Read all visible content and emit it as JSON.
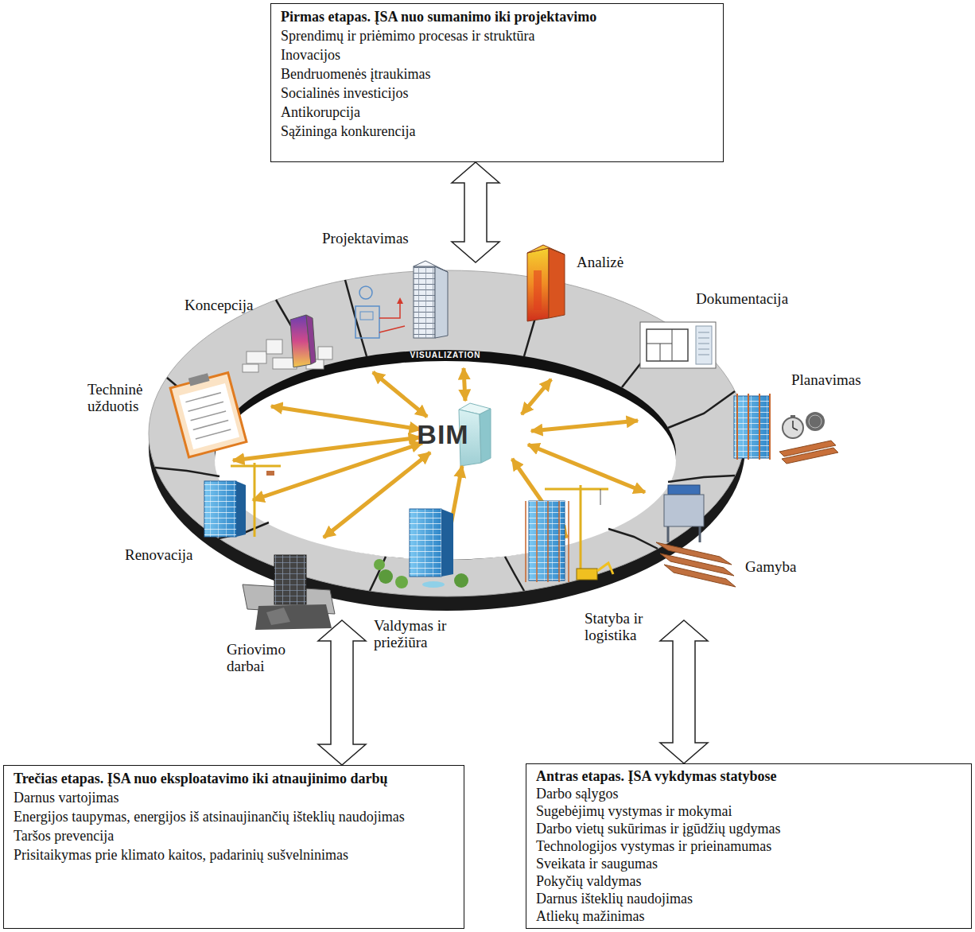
{
  "diagram": {
    "nodes": [
      {
        "text": [
          "Pirmas etapas. ĮSA nuo sumanimo iki projektavimo",
          "Sprendimų ir priėmimo procesas ir struktūra",
          "Inovacijos",
          "Bendruomenės įtraukimas",
          "Socialinės investicijos",
          "Antikorupcija",
          "Sąžininga konkurencija"
        ]
      },
      {
        "text": [
          "VISUALIZATION"
        ]
      },
      {
        "text": [
          "BIM"
        ],
        "in": 1
      },
      {
        "text": [
          "Trečias etapas. ĮSA nuo eksploatavimo iki atnaujinimo darbų",
          "Darnus vartojimas",
          "Energijos taupymas, energijos iš atsinaujinančių išteklių naudojimas",
          "Taršos prevencija",
          "Prisitaikymas prie klimato kaitos, padarinių sušvelninimas"
        ]
      },
      {
        "text": [
          "Antras etapas. ĮSA vykdymas statybose",
          "Darbo sąlygos",
          "Sugebėjimų vystymas ir mokymai",
          "Darbo vietų sukūrimas ir įgūdžių ugdymas",
          "Technologijos vystymas ir prieinamumas",
          "Sveikata ir saugumas",
          "Pokyčių valdymas",
          "Darnus išteklių naudojimas",
          "Atliekų mažinimas"
        ]
      }
    ],
    "edges": [
      {
        "from": 0,
        "to": 1,
        "arrow": "both"
      },
      {
        "from": 1,
        "to": 3,
        "arrow": "both"
      },
      {
        "from": 1,
        "to": 4,
        "arrow": "both"
      }
    ],
    "labels": [
      "Projektavimas",
      "Analizė",
      "Dokumentacija",
      "Koncepcija",
      "Planavimas",
      "Techninė užduotis",
      "Renovacija",
      "Gamyba",
      "Statyba ir logistika",
      "Valdymas ir priežiūra",
      "Griovimo darbai"
    ]
  }
}
